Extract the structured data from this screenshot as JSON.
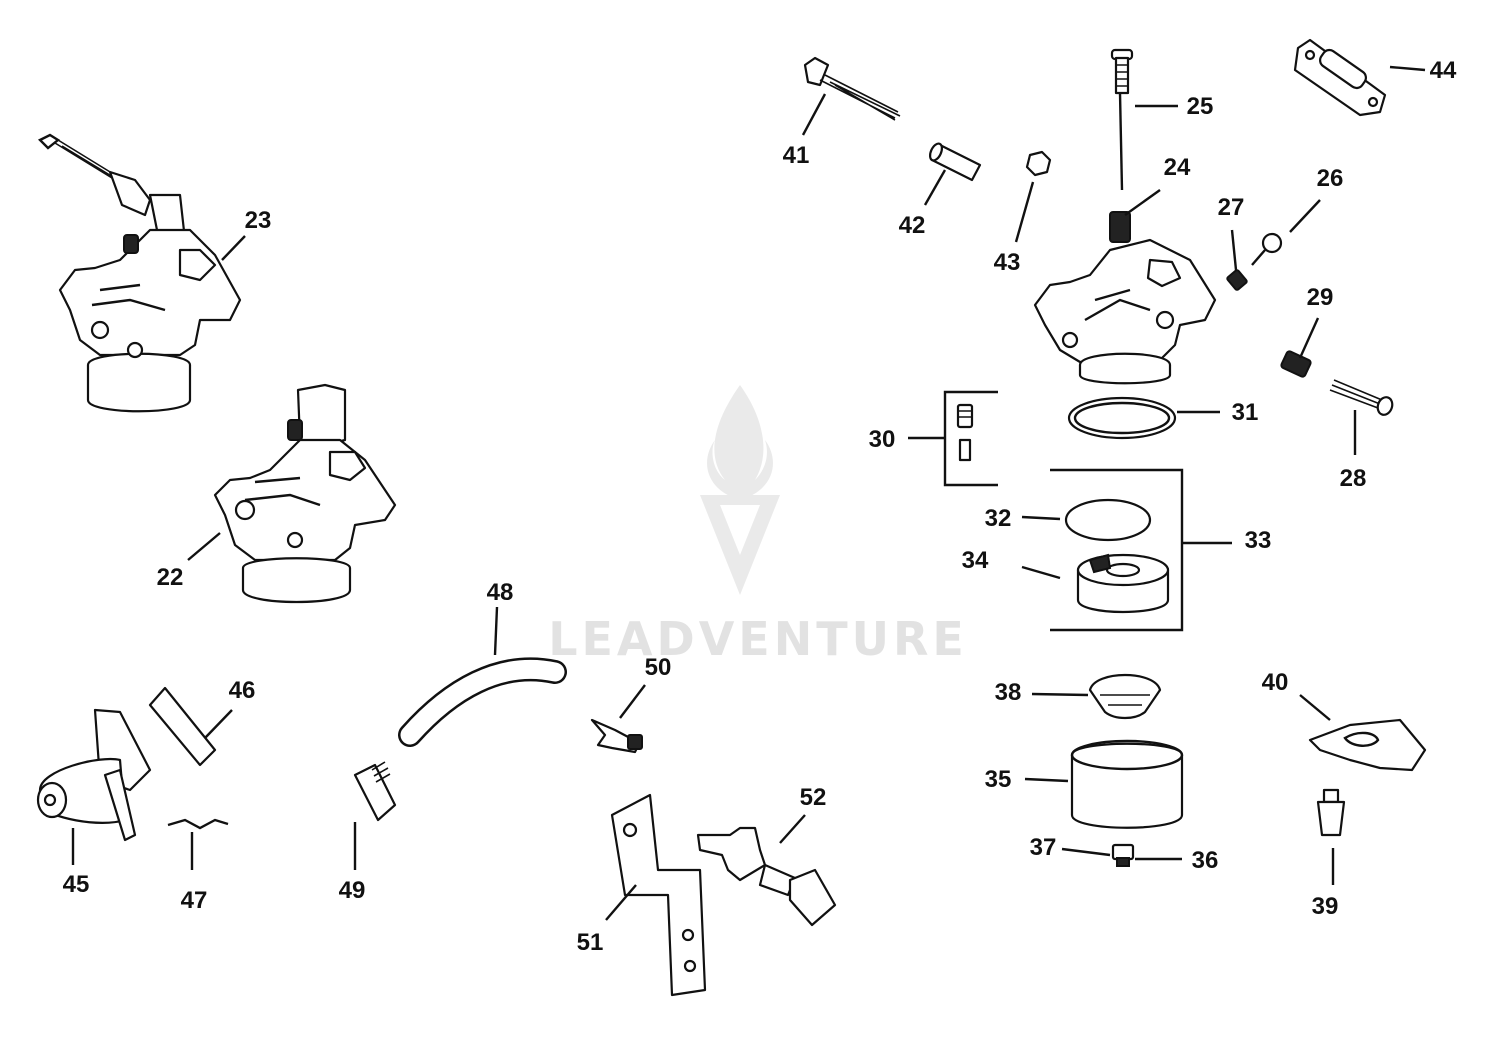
{
  "diagram": {
    "watermark": {
      "text": "LEADVENTURE"
    },
    "parts": [
      {
        "id": "22",
        "label": "22"
      },
      {
        "id": "23",
        "label": "23"
      },
      {
        "id": "24",
        "label": "24"
      },
      {
        "id": "25",
        "label": "25"
      },
      {
        "id": "26",
        "label": "26"
      },
      {
        "id": "27",
        "label": "27"
      },
      {
        "id": "28",
        "label": "28"
      },
      {
        "id": "29",
        "label": "29"
      },
      {
        "id": "30",
        "label": "30"
      },
      {
        "id": "31",
        "label": "31"
      },
      {
        "id": "32",
        "label": "32"
      },
      {
        "id": "33",
        "label": "33"
      },
      {
        "id": "34",
        "label": "34"
      },
      {
        "id": "35",
        "label": "35"
      },
      {
        "id": "36",
        "label": "36"
      },
      {
        "id": "37",
        "label": "37"
      },
      {
        "id": "38",
        "label": "38"
      },
      {
        "id": "39",
        "label": "39"
      },
      {
        "id": "40",
        "label": "40"
      },
      {
        "id": "41",
        "label": "41"
      },
      {
        "id": "42",
        "label": "42"
      },
      {
        "id": "43",
        "label": "43"
      },
      {
        "id": "44",
        "label": "44"
      },
      {
        "id": "45",
        "label": "45"
      },
      {
        "id": "46",
        "label": "46"
      },
      {
        "id": "47",
        "label": "47"
      },
      {
        "id": "48",
        "label": "48"
      },
      {
        "id": "49",
        "label": "49"
      },
      {
        "id": "50",
        "label": "50"
      },
      {
        "id": "51",
        "label": "51"
      },
      {
        "id": "52",
        "label": "52"
      }
    ]
  }
}
